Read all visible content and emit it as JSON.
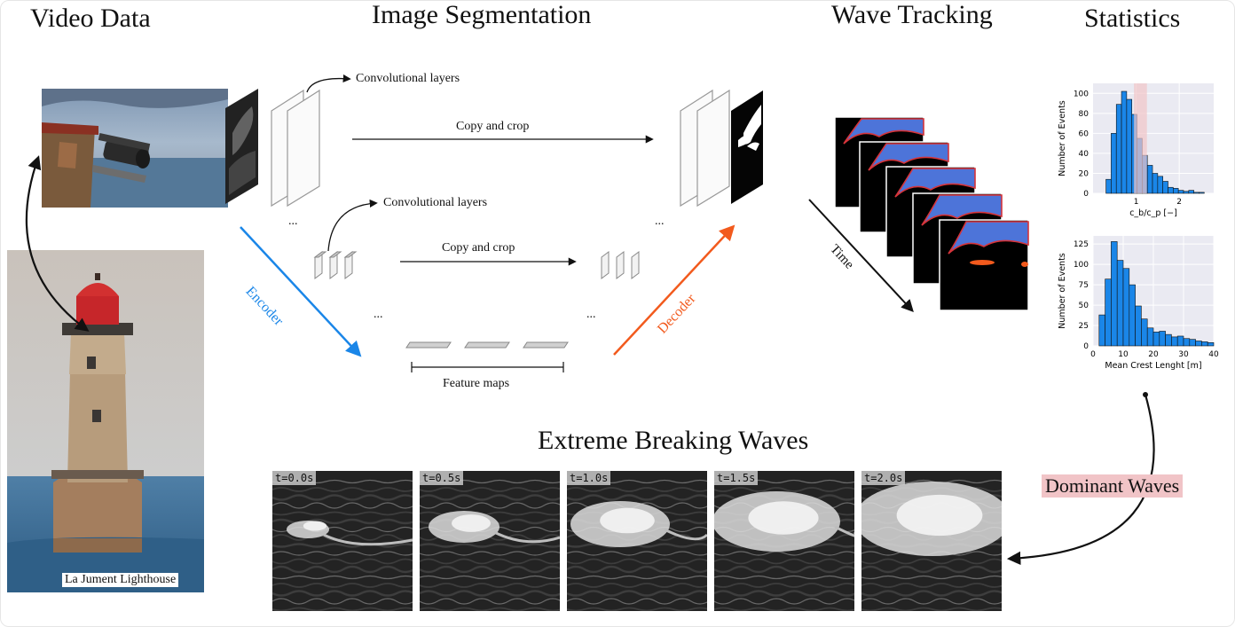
{
  "titles": {
    "video_data": "Video Data",
    "image_segmentation": "Image Segmentation",
    "wave_tracking": "Wave Tracking",
    "statistics": "Statistics",
    "extreme_breaking_waves": "Extreme Breaking Waves"
  },
  "labels": {
    "conv_layers_1": "Convolutional layers",
    "conv_layers_2": "Convolutional layers",
    "copy_crop_1": "Copy and crop",
    "copy_crop_2": "Copy and crop",
    "encoder": "Encoder",
    "decoder": "Decoder",
    "feature_maps": "Feature maps",
    "time": "Time",
    "lighthouse": "La Jument Lighthouse",
    "dominant_waves": "Dominant Waves",
    "ellipsis": "..."
  },
  "colors": {
    "encoder": "#1a86e8",
    "decoder": "#f25a1d",
    "histogram_bar": "#1a86e8",
    "highlight": "#f1c4c7",
    "wave_blue": "#4d74d9",
    "wave_red": "#d6343a"
  },
  "wave_frames": [
    "t=0.0s",
    "t=0.5s",
    "t=1.0s",
    "t=1.5s",
    "t=2.0s"
  ],
  "chart_data": [
    {
      "type": "bar",
      "xlabel": "c_b/c_p [−]",
      "ylabel": "Number of Events",
      "xlim": [
        0,
        2.8
      ],
      "ylim": [
        0,
        110
      ],
      "xticks": [
        "1",
        "2"
      ],
      "yticks": [
        "0",
        "20",
        "40",
        "60",
        "80",
        "100"
      ],
      "bin_edges": [
        0.3,
        0.42,
        0.54,
        0.66,
        0.78,
        0.9,
        1.02,
        1.14,
        1.26,
        1.38,
        1.5,
        1.62,
        1.74,
        1.86,
        1.98,
        2.1,
        2.22,
        2.34,
        2.46,
        2.58
      ],
      "values": [
        14,
        60,
        89,
        102,
        94,
        79,
        55,
        38,
        28,
        20,
        17,
        12,
        6,
        5,
        3,
        2,
        3,
        1,
        1
      ],
      "highlight_range": [
        0.95,
        1.25
      ],
      "grid": true
    },
    {
      "type": "bar",
      "xlabel": "Mean Crest Lenght [m]",
      "ylabel": "Number of Events",
      "xlim": [
        0,
        40
      ],
      "ylim": [
        0,
        135
      ],
      "xticks": [
        "0",
        "10",
        "20",
        "30",
        "40"
      ],
      "yticks": [
        "0",
        "25",
        "50",
        "75",
        "100",
        "125"
      ],
      "bin_edges": [
        2,
        4,
        6,
        8,
        10,
        12,
        14,
        16,
        18,
        20,
        22,
        24,
        26,
        28,
        30,
        32,
        34,
        36,
        38,
        40
      ],
      "values": [
        38,
        82,
        128,
        105,
        95,
        75,
        49,
        33,
        22,
        17,
        18,
        14,
        11,
        12,
        9,
        8,
        6,
        5,
        4
      ],
      "grid": true
    }
  ]
}
